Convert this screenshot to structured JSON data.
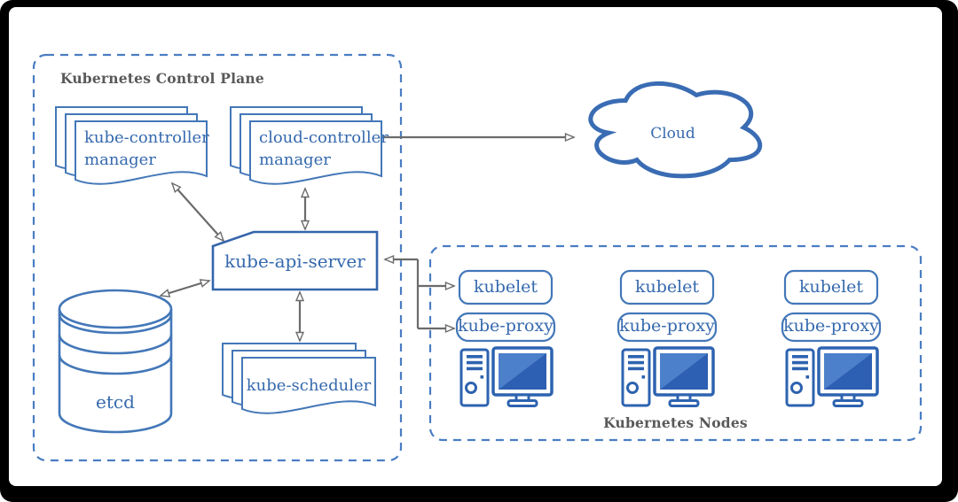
{
  "palette": {
    "shape_blue": "#4377b8",
    "dark_blue": "#3565ab",
    "text_blue": "#3569ad",
    "dashed_blue": "#4a7dc2",
    "title_gray": "#595959",
    "arrow_gray": "#6b6b6b",
    "screen_dark": "#2d5fb3",
    "screen_light": "#4d80ca"
  },
  "control_plane": {
    "title": "Kubernetes Control Plane",
    "kube_controller_manager": {
      "line1": "kube-controller",
      "line2": "manager"
    },
    "cloud_controller_manager": {
      "line1": "cloud-controller",
      "line2": "manager"
    },
    "kube_api_server": "kube-api-server",
    "etcd": "etcd",
    "kube_scheduler": "kube-scheduler"
  },
  "cloud": {
    "label": "Cloud"
  },
  "nodes": {
    "title": "Kubernetes Nodes",
    "items": [
      {
        "kubelet": "kubelet",
        "kube_proxy": "kube-proxy"
      },
      {
        "kubelet": "kubelet",
        "kube_proxy": "kube-proxy"
      },
      {
        "kubelet": "kubelet",
        "kube_proxy": "kube-proxy"
      }
    ]
  },
  "icons": {
    "document_stack": "document-stack-icon",
    "database": "database-cylinder-icon",
    "cloud": "cloud-icon",
    "computer": "computer-icon"
  }
}
